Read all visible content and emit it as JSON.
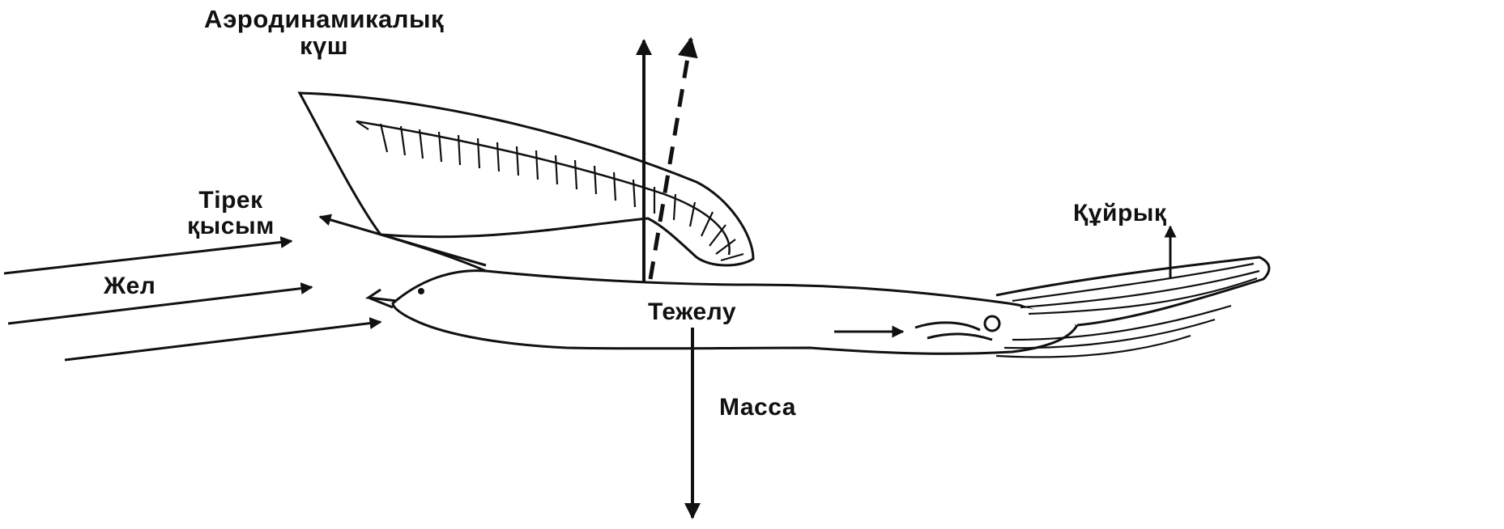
{
  "labels": {
    "aerodynamic_force_line1": "Аэродинамикалық",
    "aerodynamic_force_line2": "күш",
    "support_pressure_line1": "Тірек",
    "support_pressure_line2": "қысым",
    "wind": "Жел",
    "drag": "Тежелу",
    "tail": "Құйрық",
    "mass": "Масса"
  },
  "colors": {
    "ink": "#111111",
    "background": "#ffffff"
  },
  "icons": [
    "bird-figure",
    "wing-figure",
    "tail-feathers-figure",
    "arrow-icon",
    "dashed-arrow-icon"
  ]
}
